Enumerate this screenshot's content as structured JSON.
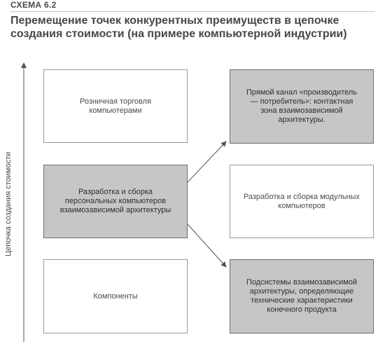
{
  "header": {
    "label": "СХЕМА 6.2",
    "title": "Перемещение точек конкурентных преимуществ в цепочке создания стоимости (на примере компьютерной индустрии)"
  },
  "axis": {
    "label": "Цепочка создания стоимости"
  },
  "boxes": {
    "retail": "Розничная торговля компьютерами",
    "direct": "Прямой канал «производитель — потребитель»: контактная зона взаимозависимой архитектуры.",
    "pc_dev": "Разработка и сборка персональных компьютеров взаимозависимой архитектуры",
    "modular": "Разработка и сборка модульных компьютеров",
    "components": "Компоненты",
    "subsystems": "Подсистемы взаимозависимой архитектуры, определяющие технические характеристики конечного продукта"
  },
  "colors": {
    "shaded_fill": "#c6c6c6",
    "plain_fill": "#ffffff",
    "border": "#9a9a9a",
    "arrow": "#555555"
  }
}
